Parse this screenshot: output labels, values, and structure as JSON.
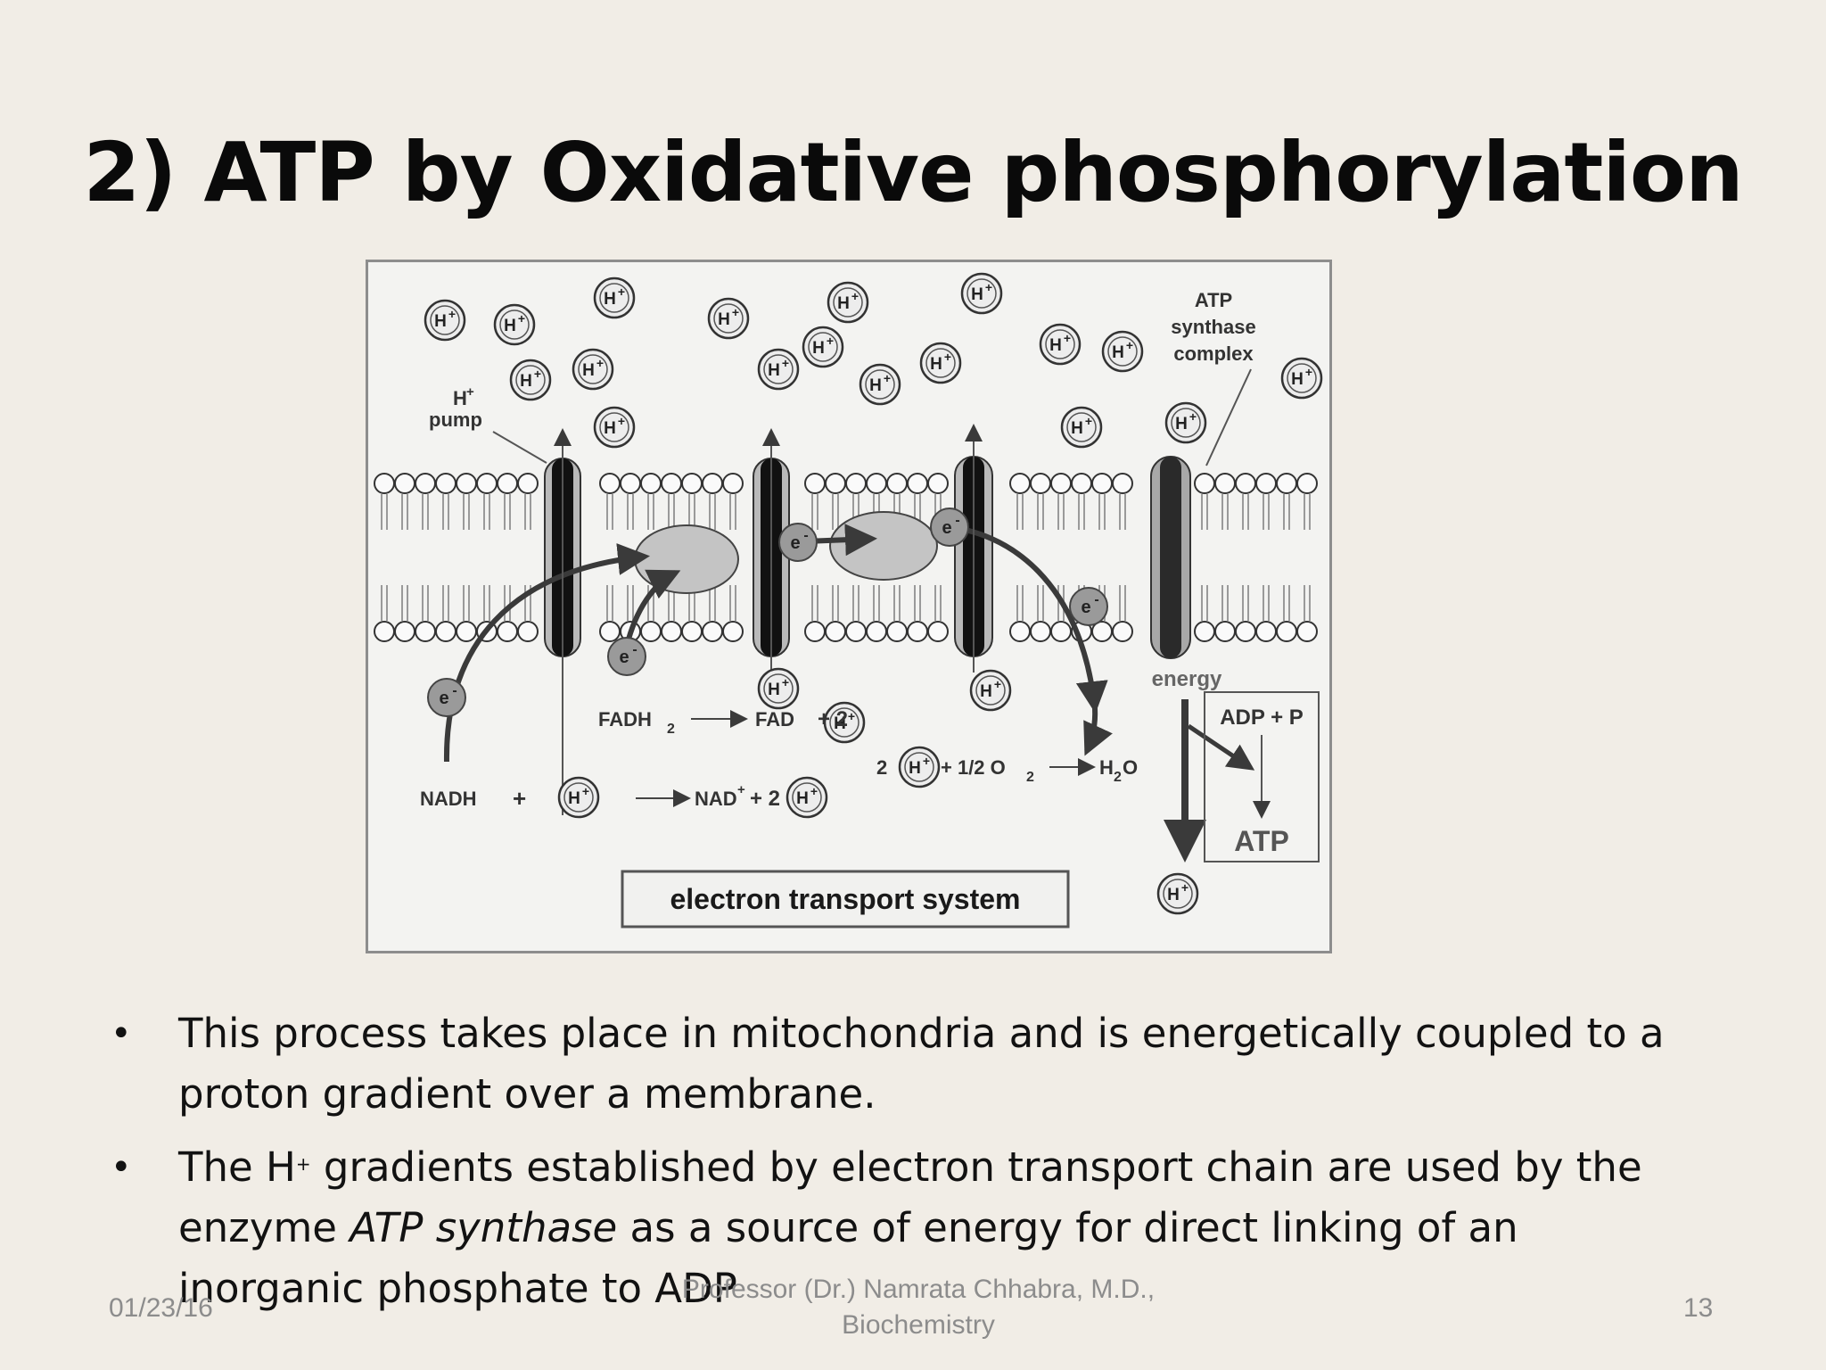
{
  "slide": {
    "title": "2) ATP by Oxidative phosphorylation"
  },
  "diagram": {
    "proton_label": "H",
    "proton_charge": "+",
    "electron_label": "e",
    "electron_charge": "-",
    "labels": {
      "h_pump_1": "H",
      "h_pump_sup": "+",
      "h_pump_2": "pump",
      "atp_synthase_1": "ATP",
      "atp_synthase_2": "synthase",
      "atp_synthase_3": "complex",
      "energy": "energy",
      "adp_p": "ADP + P",
      "atp": "ATP",
      "etc_box": "electron transport system"
    },
    "reactions": {
      "fadh": "FADH",
      "fadh_sub": "2",
      "fad": "FAD",
      "plus2_a": "+ 2",
      "nadh": "NADH",
      "plus_a": "+",
      "nad": "NAD",
      "nad_sup": "+",
      "plus2_b": "+ 2",
      "two": "2",
      "half_o2": "+ 1/2 O",
      "o2_sub": "2",
      "h2o_h": "H",
      "h2o_sub": "2",
      "h2o_o": "O"
    }
  },
  "bullets": [
    {
      "text": "This process takes place in mitochondria and is energetically coupled to a proton gradient over a membrane."
    },
    {
      "pre": "The H",
      "sup": "+",
      "mid": " gradients established by electron transport chain are used by the enzyme ",
      "italic": "ATP synthase",
      "post": " as a source of energy for direct linking of an inorganic phosphate to ADP"
    }
  ],
  "bullet_marker": "•",
  "footer": {
    "date": "01/23/16",
    "author_line1": "Professor (Dr.) Namrata Chhabra, M.D.,",
    "author_line2": "Biochemistry",
    "page": "13"
  }
}
